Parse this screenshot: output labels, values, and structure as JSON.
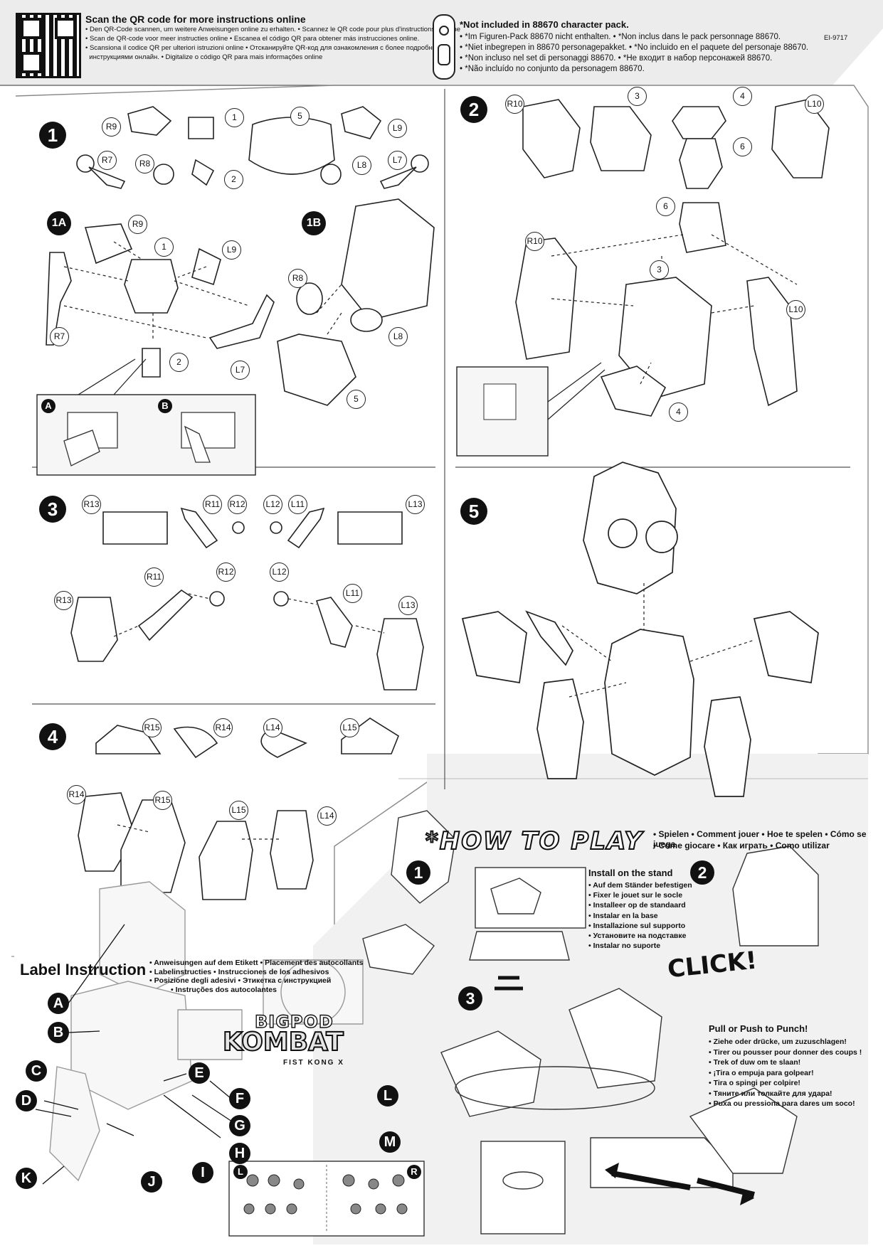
{
  "header": {
    "qr_title": "Scan the QR code for more instructions online",
    "qr_lines": [
      "• Den QR-Code scannen, um weitere Anweisungen online zu erhalten. • Scannez le QR code pour plus d'instructions en ligne",
      "• Scan de QR-code voor meer instructies online • Escanea el código QR para obtener más instrucciones online.",
      "• Scansiona il codice QR per ulteriori istruzioni online • Отсканируйте QR-код для ознакомления с более подробными",
      "  инструкциями онлайн. • Digitalize o código QR para mais informações online"
    ],
    "not_included_title": "*Not included in 88670 character pack.",
    "not_included_lines": [
      "• *Im Figuren-Pack 88670 nicht enthalten. • *Non inclus dans le pack personnage 88670.",
      "• *Niet inbegrepen in 88670 personagepakket. • *No incluido en el paquete del personaje 88670.",
      "• *Non incluso nel set di personaggi 88670. • *Не входит в набор персонажей 88670.",
      "• *Não incluído no conjunto da personagem 88670."
    ],
    "code": "EI-9717"
  },
  "steps": {
    "s1": "1",
    "s1a": "1A",
    "s1b": "1B",
    "s2": "2",
    "s3": "3",
    "s4": "4",
    "s5": "5",
    "inset_a": "A",
    "inset_b": "B"
  },
  "parts": {
    "R9": "R9",
    "L9": "L9",
    "R7": "R7",
    "L7": "L7",
    "R8": "R8",
    "L8": "L8",
    "p1": "1",
    "p2": "2",
    "p3": "3",
    "p4": "4",
    "p5": "5",
    "p6": "6",
    "R10": "R10",
    "L10": "L10",
    "R11": "R11",
    "L11": "L11",
    "R12": "R12",
    "L12": "L12",
    "R13": "R13",
    "L13": "L13",
    "R14": "R14",
    "L14": "L14",
    "R15": "R15",
    "L15": "L15"
  },
  "howto": {
    "title": "*HOW TO PLAY",
    "langs_1": "• Spielen • Comment jouer • Hoe te spelen • Cómo se juega",
    "langs_2": "• Come giocare • Как играть • Como utilizar",
    "step1": "1",
    "step2": "2",
    "step3": "3",
    "stand_title": "Install on the stand",
    "stand_lines": [
      "• Auf dem Ständer befestigen",
      "• Fixer le jouet sur le socle",
      "• Installeer op de standaard",
      "• Instalar en la base",
      "• Installazione sul supporto",
      "• Установите на подставке",
      "• Instalar no suporte"
    ],
    "click": "CLICK!",
    "punch_title": "Pull or Push to Punch!",
    "punch_lines": [
      "• Ziehe oder drücke, um zuzuschlagen!",
      "• Tirer ou pousser pour donner des coups !",
      "• Trek of duw om te slaan!",
      "• ¡Tira o empuja para golpear!",
      "• Tira o spingi per colpire!",
      "• Тяните или толкайте для удара!",
      "• Puxa ou pressiona para dares um soco!"
    ]
  },
  "label_instruction": {
    "title": "Label Instruction",
    "lines": [
      "• Anweisungen auf dem Etikett • Placement des autocollants",
      "• Labelinstructies • Instrucciones de los adhesivos",
      "• Posizione degli adesivi  • Этикетка с инструкцией",
      "• Instruções dos autocolantes"
    ],
    "letters": [
      "A",
      "B",
      "C",
      "D",
      "E",
      "F",
      "G",
      "H",
      "I",
      "J",
      "K",
      "L",
      "M"
    ],
    "sheet_left": "L",
    "sheet_right": "R"
  },
  "logo": {
    "line1": "BIGPOD",
    "line2": "KOMBAT",
    "line3": "FIST KONG X"
  }
}
